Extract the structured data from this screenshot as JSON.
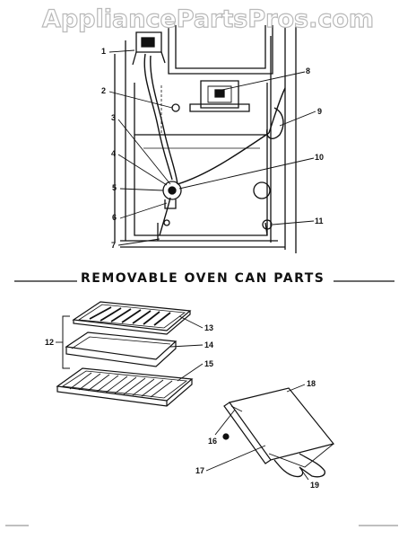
{
  "watermark": "AppliancePartsPros.com",
  "section_title": "REMOVABLE OVEN CAN PARTS",
  "callouts": {
    "c1": "1",
    "c2": "2",
    "c3": "3",
    "c4": "4",
    "c5": "5",
    "c6": "6",
    "c7": "7",
    "c8": "8",
    "c9": "9",
    "c10": "10",
    "c11": "11",
    "c12": "12",
    "c13": "13",
    "c14": "14",
    "c15": "15",
    "c16": "16",
    "c17": "17",
    "c18": "18",
    "c19": "19"
  }
}
